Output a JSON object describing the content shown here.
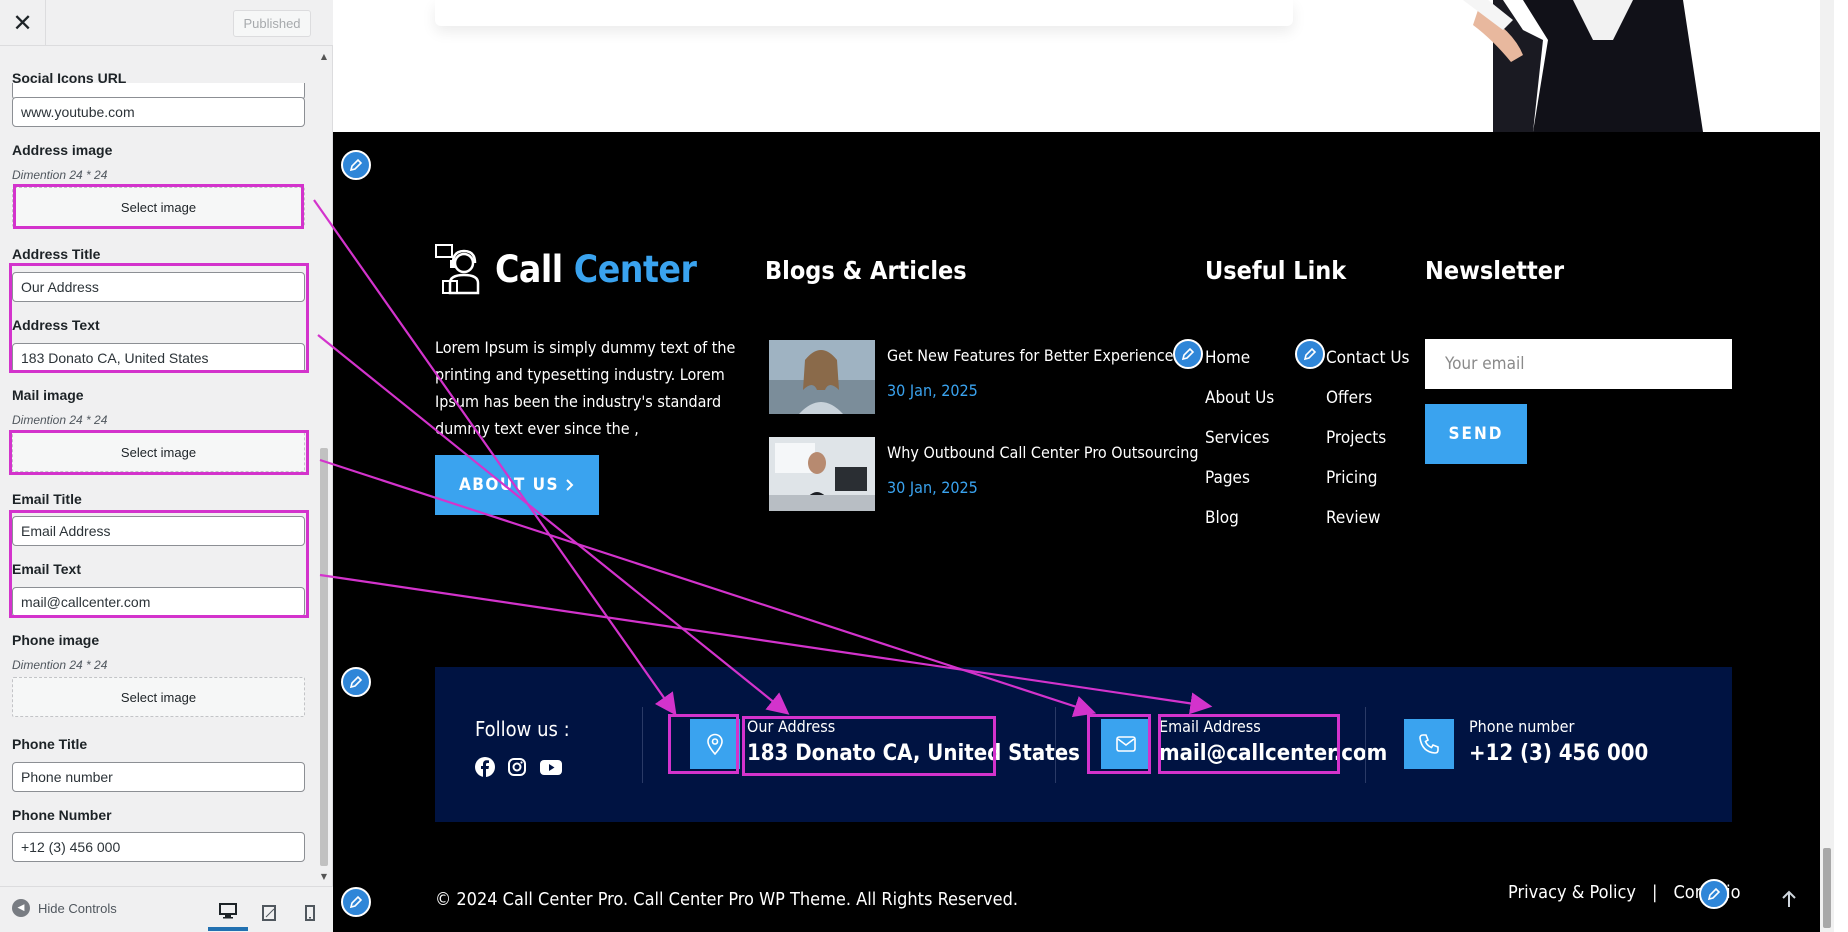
{
  "customizer": {
    "close_label": "✕",
    "published_label": "Published",
    "fields": {
      "social_icons_url_label": "Social Icons URL",
      "social_icons_url_value": "www.youtube.com",
      "address_image_label": "Address image",
      "address_image_desc": "Dimention 24 * 24",
      "address_image_button": "Select image",
      "address_title_label": "Address Title",
      "address_title_value": "Our Address",
      "address_text_label": "Address Text",
      "address_text_value": "183 Donato CA, United States",
      "mail_image_label": "Mail image",
      "mail_image_desc": "Dimention 24 * 24",
      "mail_image_button": "Select image",
      "email_title_label": "Email Title",
      "email_title_value": "Email Address",
      "email_text_label": "Email Text",
      "email_text_value": "mail@callcenter.com",
      "phone_image_label": "Phone image",
      "phone_image_desc": "Dimention 24 * 24",
      "phone_image_button": "Select image",
      "phone_title_label": "Phone Title",
      "phone_title_value": "Phone number",
      "phone_number_label": "Phone Number",
      "phone_number_value": "+12 (3) 456 000"
    },
    "footer": {
      "hide_controls_label": "Hide Controls",
      "devices": [
        "desktop-icon",
        "tablet-icon",
        "mobile-icon"
      ]
    }
  },
  "preview": {
    "logo": {
      "word1": "Call",
      "word2": "Center"
    },
    "about_text": "Lorem Ipsum is simply dummy text of the printing and typesetting industry. Lorem Ipsum has been the industry's standard dummy text ever since the ,",
    "about_button": "ABOUT US",
    "blogs": {
      "title": "Blogs & Articles",
      "items": [
        {
          "title": "Get New Features for Better Experience",
          "date": "30 Jan, 2025"
        },
        {
          "title": "Why Outbound Call Center Pro Outsourcing",
          "date": "30 Jan, 2025"
        }
      ]
    },
    "useful_link": {
      "title": "Useful Link",
      "col1": [
        "Home",
        "About Us",
        "Services",
        "Pages",
        "Blog"
      ],
      "col2": [
        "Contact Us",
        "Offers",
        "Projects",
        "Pricing",
        "Review"
      ]
    },
    "newsletter": {
      "title": "Newsletter",
      "placeholder": "Your email",
      "button": "SEND"
    },
    "contact_bar": {
      "follow_label": "Follow us :",
      "address_title": "Our Address",
      "address_value": "183 Donato CA, United States",
      "email_title": "Email Address",
      "email_value": "mail@callcenter.com",
      "phone_title": "Phone number",
      "phone_value": "+12 (3) 456 000"
    },
    "copyright": "© 2024 Call Center Pro. Call Center Pro WP Theme. All Rights Reserved.",
    "legal": {
      "privacy": "Privacy & Policy",
      "separator": "|",
      "conditions": "Conditio"
    }
  },
  "colors": {
    "accent": "#3aa3ef",
    "highlight": "#d333cc",
    "contact_bar": "#001342",
    "edit_pen": "#2f86d8"
  }
}
